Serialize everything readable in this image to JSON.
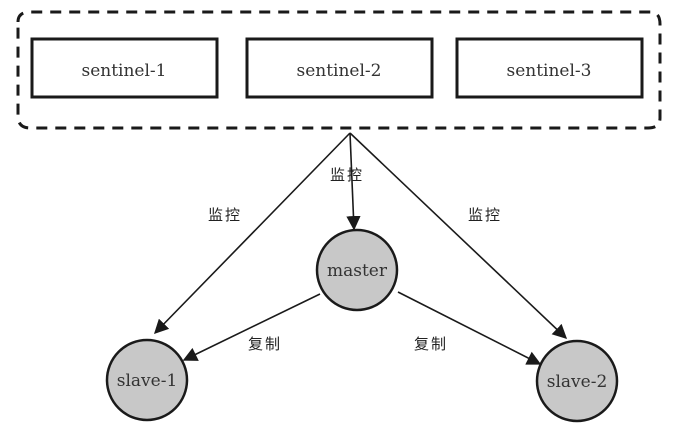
{
  "sentinels": [
    {
      "label": "sentinel-1"
    },
    {
      "label": "sentinel-2"
    },
    {
      "label": "sentinel-3"
    }
  ],
  "master": {
    "label": "master"
  },
  "slaves": [
    {
      "label": "slave-1"
    },
    {
      "label": "slave-2"
    }
  ],
  "edge_labels": {
    "monitor_left": "监控",
    "monitor_center": "监控",
    "monitor_right": "监控",
    "replicate_left": "复制",
    "replicate_right": "复制"
  },
  "colors": {
    "node_fill": "#c8c8c8",
    "stroke": "#1a1a1a",
    "background": "#ffffff"
  }
}
